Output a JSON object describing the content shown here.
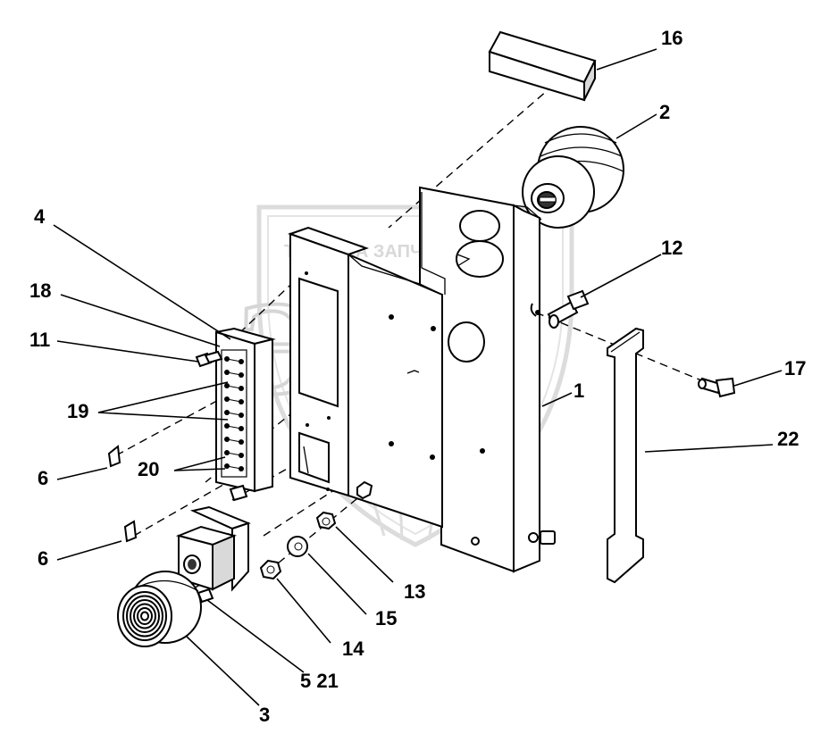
{
  "diagram": {
    "watermark": {
      "brand_text": "ТЕХНИКА ЗАПЧАСТИ",
      "big_letters": "ЭПФ"
    },
    "callouts": [
      {
        "id": "c16",
        "label": "16"
      },
      {
        "id": "c2",
        "label": "2"
      },
      {
        "id": "c4",
        "label": "4"
      },
      {
        "id": "c18",
        "label": "18"
      },
      {
        "id": "c11",
        "label": "11"
      },
      {
        "id": "c12",
        "label": "12"
      },
      {
        "id": "c19",
        "label": "19"
      },
      {
        "id": "c17",
        "label": "17"
      },
      {
        "id": "c1",
        "label": "1"
      },
      {
        "id": "c22",
        "label": "22"
      },
      {
        "id": "c6a",
        "label": "6"
      },
      {
        "id": "c20",
        "label": "20"
      },
      {
        "id": "c6b",
        "label": "6"
      },
      {
        "id": "c13",
        "label": "13"
      },
      {
        "id": "c15",
        "label": "15"
      },
      {
        "id": "c14",
        "label": "14"
      },
      {
        "id": "c521",
        "label": "5 21"
      },
      {
        "id": "c3",
        "label": "3"
      }
    ]
  }
}
